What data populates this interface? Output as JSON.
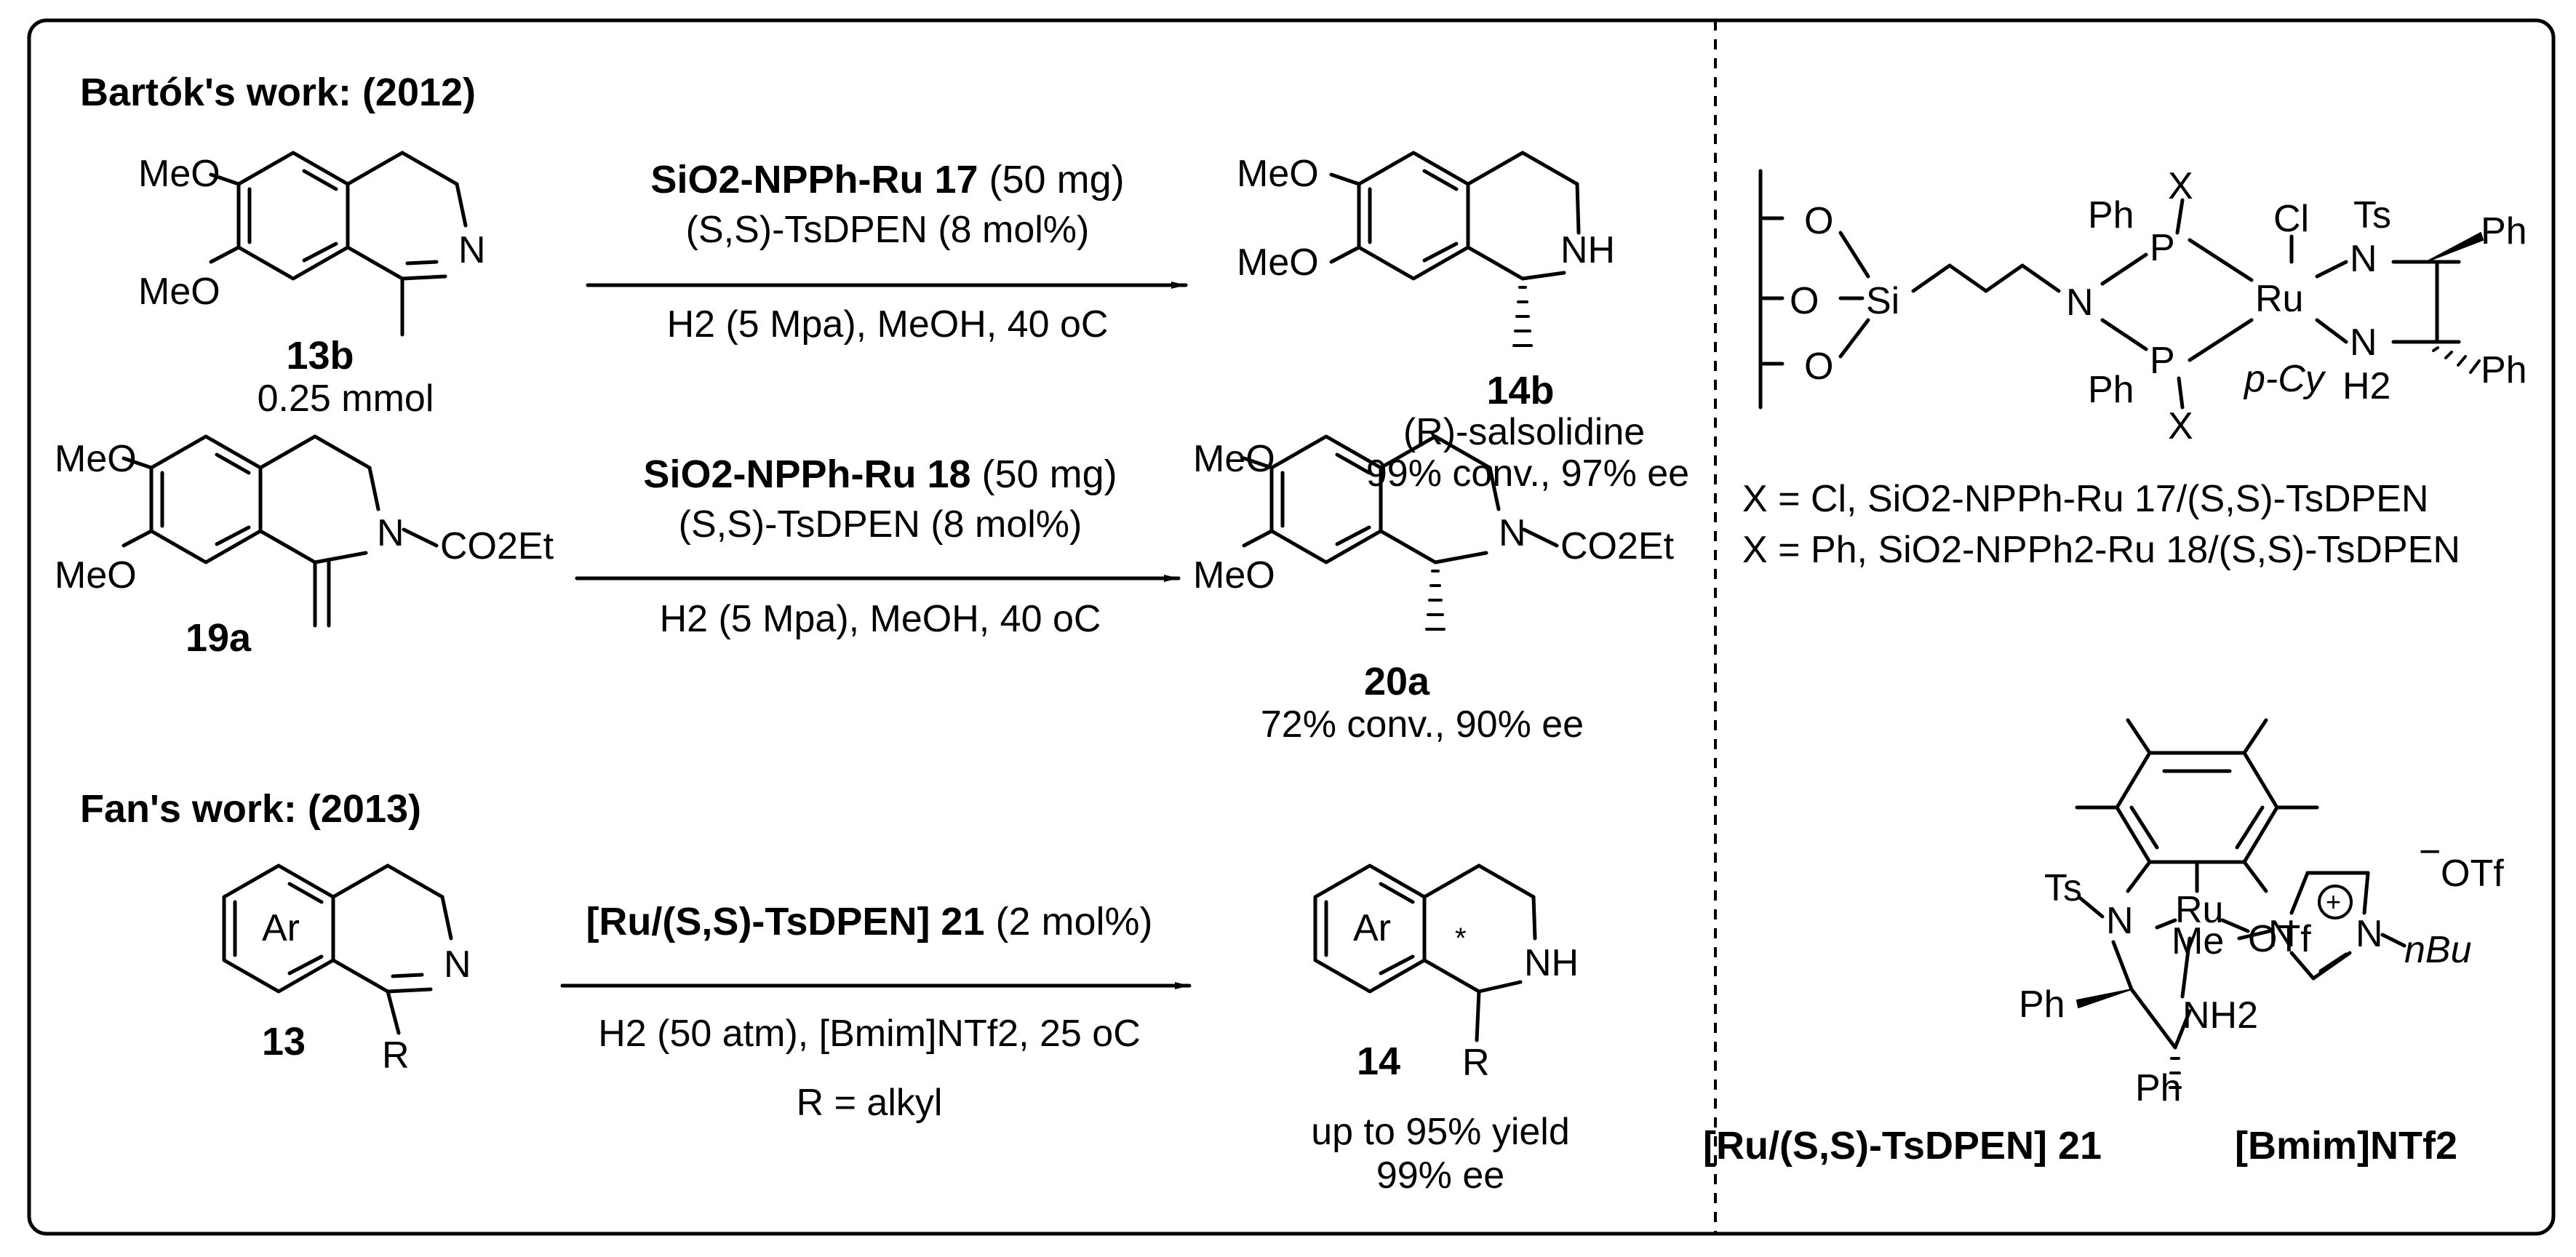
{
  "headers": {
    "bartok": "Bartók's work: (2012)",
    "fan": "Fan's work: (2013)"
  },
  "rxn1": {
    "sm_label": "13b",
    "sm_amount": "0.25 mmol",
    "cond_catalyst": "SiO2-NPPh-Ru 17",
    "cond_catalyst_amt": "(50 mg)",
    "cond_ligand": "(S,S)-TsDPEN (8 mol%)",
    "cond_bottom": "H2 (5 Mpa), MeOH, 40 oC",
    "prod_label": "14b",
    "prod_name": "(R)-salsolidine",
    "prod_result": "99% conv., 97% ee"
  },
  "rxn2": {
    "sm_label": "19a",
    "cond_catalyst": "SiO2-NPPh-Ru 18",
    "cond_catalyst_amt": "(50 mg)",
    "cond_ligand": "(S,S)-TsDPEN (8 mol%)",
    "cond_bottom": "H2 (5 Mpa), MeOH, 40 oC",
    "prod_label": "20a",
    "prod_result": "72% conv., 90% ee"
  },
  "rxn3": {
    "sm_label": "13",
    "cond_catalyst": "[Ru/(S,S)-TsDPEN] 21",
    "cond_catalyst_amt": "(2 mol%)",
    "cond_bottom": "H2 (50 atm), [Bmim]NTf2, 25 oC",
    "cond_r": "R = alkyl",
    "prod_label": "14",
    "prod_yield": "up to 95% yield",
    "prod_ee": "99% ee"
  },
  "right": {
    "legend_cl": "X = Cl, SiO2-NPPh-Ru 17/(S,S)-TsDPEN",
    "legend_ph": "X = Ph, SiO2-NPPh2-Ru 18/(S,S)-TsDPEN",
    "cat21_label": "[Ru/(S,S)-TsDPEN] 21",
    "il_label": "[Bmim]NTf2"
  },
  "atoms": {
    "meo": "MeO",
    "n": "N",
    "nh": "NH",
    "co2et": "CO2Et",
    "ar": "Ar",
    "r": "R",
    "o": "O",
    "si": "Si",
    "p": "P",
    "ru": "Ru",
    "cl": "Cl",
    "ts": "Ts",
    "ph": "Ph",
    "x": "X",
    "pcy": "p-Cy",
    "h2": "H2",
    "nh2": "NH2",
    "otf": "OTf",
    "me": "Me",
    "nbu": "nBu",
    "star": "*",
    "plus": "+",
    "minus": "−"
  }
}
